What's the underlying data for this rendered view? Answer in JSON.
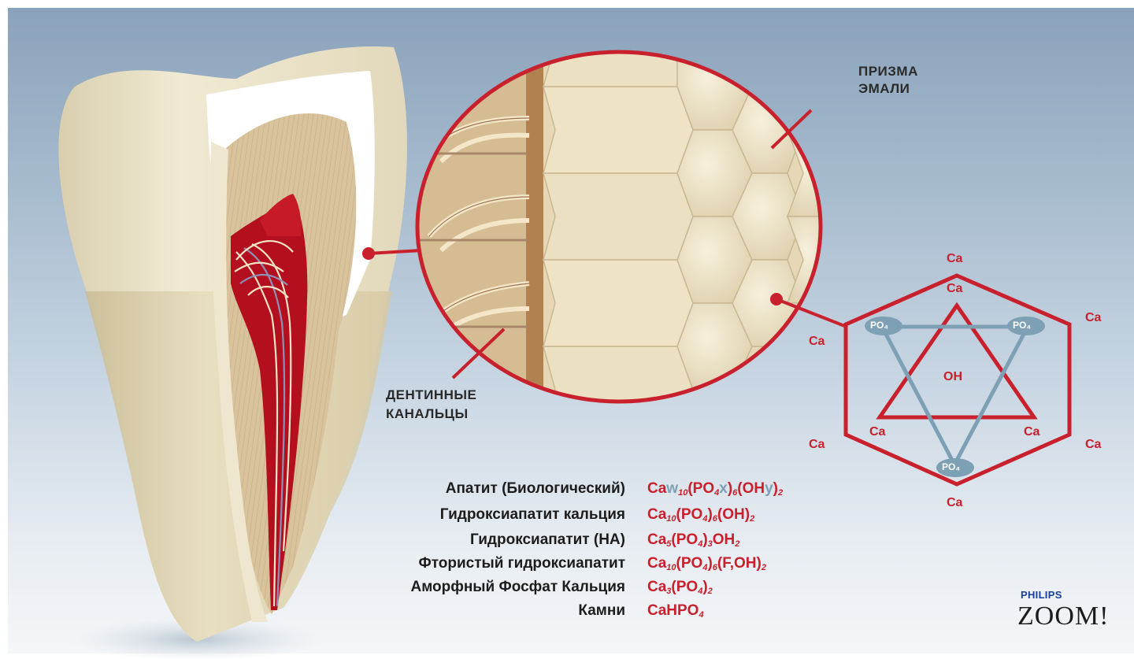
{
  "labels": {
    "enamel_prism": [
      "ПРИЗМА",
      "ЭМАЛИ"
    ],
    "dentin_tubules": [
      "ДЕНТИННЫЕ",
      "КАНАЛЬЦЫ"
    ]
  },
  "hexagon": {
    "calcium": "Ca",
    "phosphate": "PO₄",
    "hydroxyl": "OH"
  },
  "compounds": [
    {
      "name": "Апатит (Биологический)"
    },
    {
      "name": "Гидроксиапатит кальция"
    },
    {
      "name": "Гидроксиапатит  (НА)"
    },
    {
      "name": "Фтористый гидроксиапатит"
    },
    {
      "name": "Аморфный Фосфат Кальция"
    },
    {
      "name": "Камни"
    }
  ],
  "formulas": {
    "f1": {
      "a": "Ca",
      "w": "w",
      "b": "10",
      "c": "(PO",
      "d": "4",
      "x": "x",
      "e": ")",
      "f": "6",
      "g": "(OH",
      "y": "y",
      "h": ")",
      "i": "2"
    },
    "f2": {
      "a": "Ca",
      "b": "10",
      "c": "(PO",
      "d": "4",
      "e": ")",
      "f": "6",
      "g": "(OH)",
      "h": "2"
    },
    "f3": {
      "a": "Ca",
      "b": "5",
      "c": "(PO",
      "d": "4",
      "e": ")",
      "f": "3",
      "g": "OH",
      "h": "2"
    },
    "f4": {
      "a": "Ca",
      "b": "10",
      "c": "(PO",
      "d": "4",
      "e": ")",
      "f": "6",
      "g": "(F,OH)",
      "h": "2"
    },
    "f5": {
      "a": "Ca",
      "b": "3",
      "c": "(PO",
      "d": "4",
      "e": ")",
      "f": "2"
    },
    "f6": {
      "a": "CaHPO",
      "b": "4"
    }
  },
  "brand": {
    "philips": "PHILIPS",
    "zoom": "ZOOM!"
  },
  "colors": {
    "accent_red": "#c8202c",
    "steel_blue": "#7da0b5",
    "enamel": "#e9dfc4",
    "dentin": "#d9c39b",
    "pulp": "#b40f1e"
  }
}
